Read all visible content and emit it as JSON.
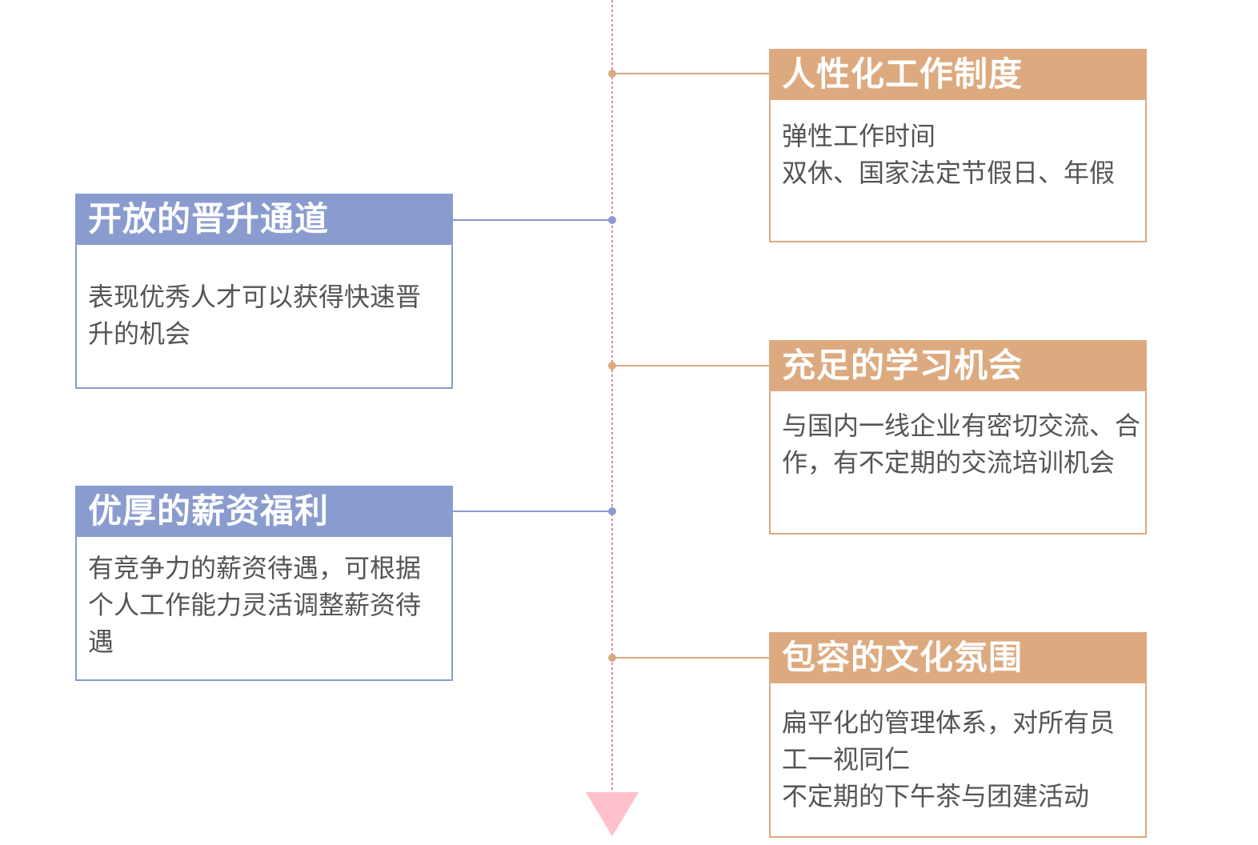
{
  "colors": {
    "left_accent": "#8a9ccf",
    "right_accent": "#ddaa80",
    "axis_line": "#d98c98",
    "arrow": "#ffc0cb",
    "body_text": "#555555"
  },
  "cards": {
    "humane_work": {
      "title": "人性化工作制度",
      "lines": [
        "弹性工作时间",
        "双休、国家法定节假日、年假"
      ]
    },
    "promotion": {
      "title": "开放的晋升通道",
      "lines": [
        "表现优秀人才可以获得快速晋升的机会"
      ]
    },
    "learning": {
      "title": "充足的学习机会",
      "lines": [
        "与国内一线企业有密切交流、合作，有不定期的交流培训机会"
      ]
    },
    "salary": {
      "title": "优厚的薪资福利",
      "lines": [
        "有竞争力的薪资待遇，可根据个人工作能力灵活调整薪资待遇"
      ]
    },
    "culture": {
      "title": "包容的文化氛围",
      "lines": [
        "扁平化的管理体系，对所有员工一视同仁",
        "不定期的下午茶与团建活动"
      ]
    }
  }
}
